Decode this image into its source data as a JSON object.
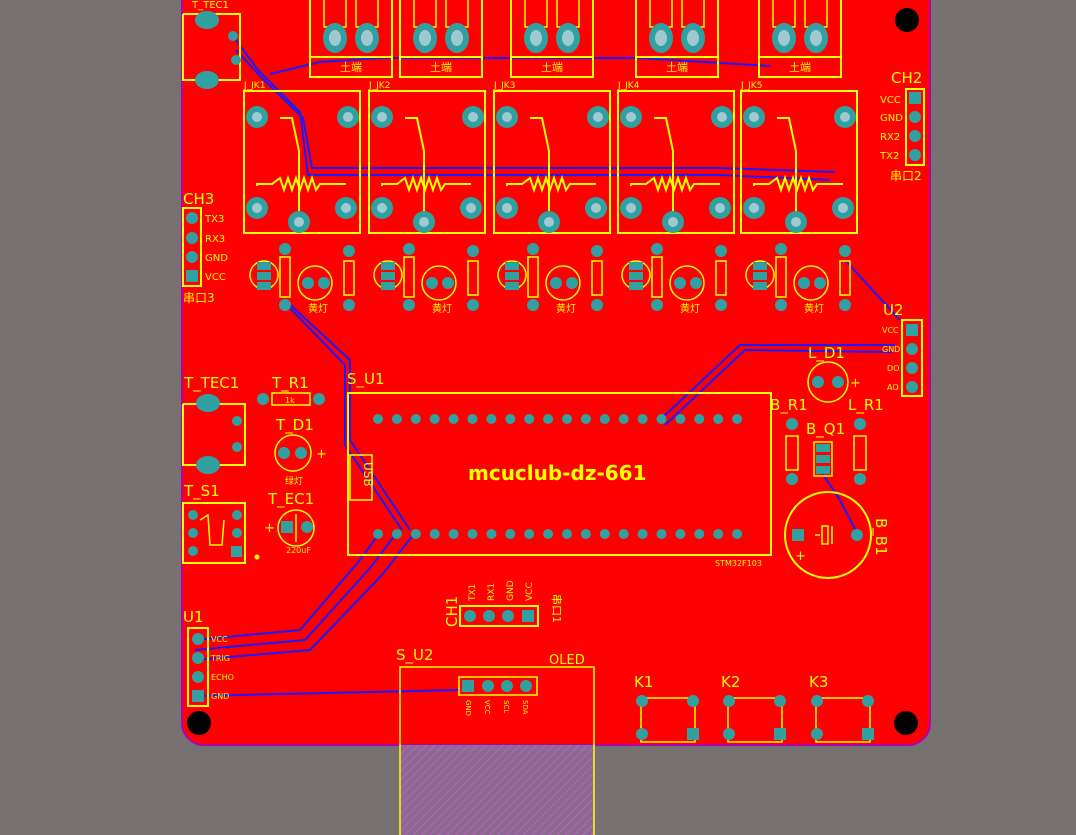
{
  "colors": {
    "background": "#767070",
    "board": "#ff0000",
    "board_edge": "#b000b0",
    "silk": "#ffff00",
    "pad": "#30a0a0",
    "pad_hole": "#a0c8d0",
    "trace": "#1a1aff"
  },
  "board": {
    "title": "mcuclub-dz-661"
  },
  "labels": {
    "t_tec_top": "T_TEC1",
    "tec_flag": "土端",
    "jk": [
      "J_JK1",
      "J_JK2",
      "J_JK3",
      "J_JK4",
      "J_JK5"
    ],
    "ch2": "CH2",
    "ch2_pins": [
      "VCC",
      "GND",
      "RX2",
      "TX2"
    ],
    "ch2_caption": "串口2",
    "ch3": "CH3",
    "ch3_pins": [
      "TX3",
      "RX3",
      "GND",
      "VCC"
    ],
    "ch3_caption": "串口3",
    "led_caption": "黄灯",
    "u2": "U2",
    "u2_pins": [
      "VCC",
      "GND",
      "DO",
      "AO"
    ],
    "l_d1": "L_D1",
    "s_u1": "S_U1",
    "usb": "USB",
    "stm32": "STM32F103",
    "t_tec1": "T_TEC1",
    "t_r1": "T_R1",
    "t_r1_val": "1k",
    "t_d1": "T_D1",
    "t_d1_caption": "绿灯",
    "t_s1": "T_S1",
    "t_ec1": "T_EC1",
    "t_ec1_val": "220uF",
    "b_r1": "B_R1",
    "l_r1": "L_R1",
    "b_q1": "B_Q1",
    "b_b1": "B_B1",
    "ch1": "CH1",
    "ch1_pins": [
      "TX1",
      "RX1",
      "GND",
      "VCC"
    ],
    "ch1_caption": "串口1",
    "u1": "U1",
    "u1_pins": [
      "VCC",
      "TRIG",
      "ECHO",
      "GND"
    ],
    "s_u2": "S_U2",
    "oled": "OLED",
    "oled_pins": [
      "GND",
      "VCC",
      "SCL",
      "SDA"
    ],
    "k": [
      "K1",
      "K2",
      "K3"
    ]
  }
}
